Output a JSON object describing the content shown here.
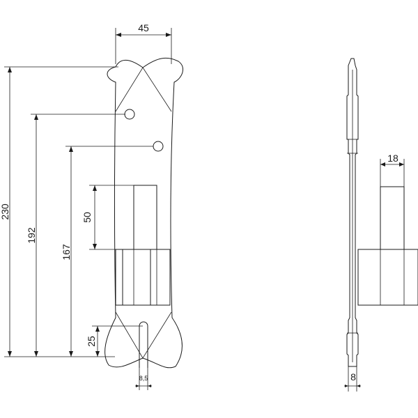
{
  "front_view": {
    "dims": {
      "width": "45",
      "height_total": "230",
      "height_hole_upper": "192",
      "height_hole_mid": "167",
      "height_slot": "50",
      "height_hole_lower": "25",
      "slot_width": "8,5"
    }
  },
  "side_view": {
    "dims": {
      "projection": "18",
      "thickness": "8"
    }
  }
}
